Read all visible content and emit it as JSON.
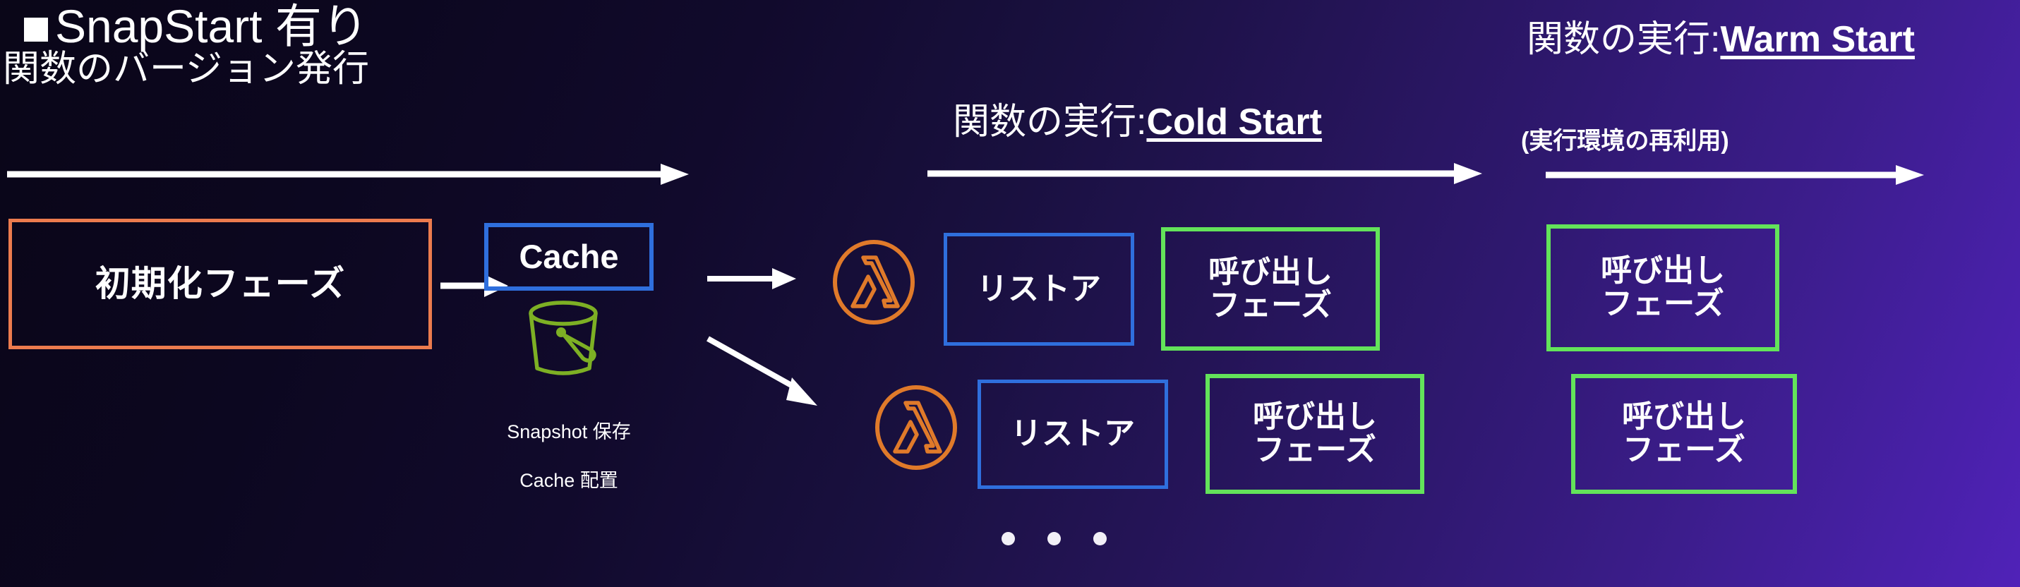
{
  "slide": {
    "title": "SnapStart 有り",
    "bullet_glyph": "■"
  },
  "sections": [
    {
      "id": "version-publish",
      "heading": "関数のバージョン発行",
      "emphasis": "",
      "subnote": ""
    },
    {
      "id": "cold-start",
      "heading": "関数の実行:",
      "emphasis": "Cold Start",
      "subnote": ""
    },
    {
      "id": "warm-start",
      "heading": "関数の実行:",
      "emphasis": "Warm Start",
      "subnote": "(実行環境の再利用)"
    }
  ],
  "boxes": {
    "init_phase": "初期化フェーズ",
    "cache": "Cache",
    "restore": "リストア",
    "invoke_phase_line1": "呼び出し",
    "invoke_phase_line2": "フェーズ"
  },
  "caption": {
    "snapshot_save": "Snapshot 保存",
    "cache_place": "Cache 配置"
  },
  "icons": {
    "bucket": "s3-bucket-icon",
    "lambda": "aws-lambda-icon",
    "arrow": "arrow-right-icon"
  },
  "ellipsis": "• • •",
  "colors": {
    "orange_border": "#ec7b4e",
    "blue_border": "#2f6fdd",
    "green_border": "#63e35a",
    "lambda_orange": "#e07a2a",
    "bucket_green": "#7db024",
    "text": "#ffffff",
    "bg_left": "#0a0618",
    "bg_right": "#5022b8"
  }
}
